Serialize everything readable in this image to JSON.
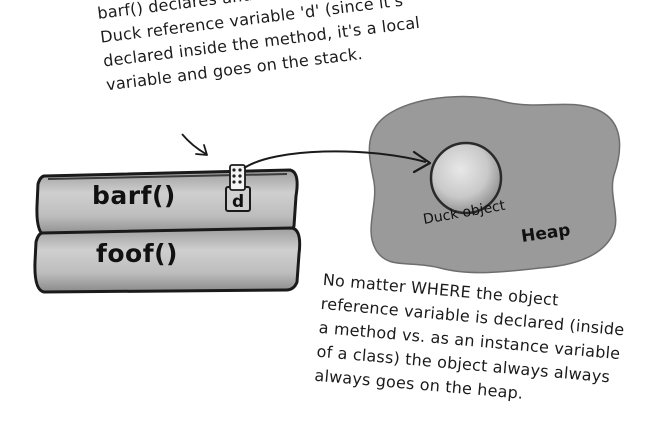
{
  "top_annotation": {
    "lines": [
      "barf() declares and creates a new",
      "Duck reference variable 'd' (since it's",
      "declared inside the method, it's a local",
      "variable and goes on the stack."
    ]
  },
  "stack": {
    "frames": [
      {
        "label": "barf()"
      },
      {
        "label": "foof()"
      }
    ],
    "reference_variable": "d"
  },
  "heap": {
    "object_label": "Duck object",
    "label": "Heap"
  },
  "bottom_annotation": {
    "lines": [
      "No matter WHERE the object",
      "reference variable is declared (inside",
      "a method vs. as an instance variable",
      "of a class) the object always always",
      "always goes on the heap."
    ]
  }
}
